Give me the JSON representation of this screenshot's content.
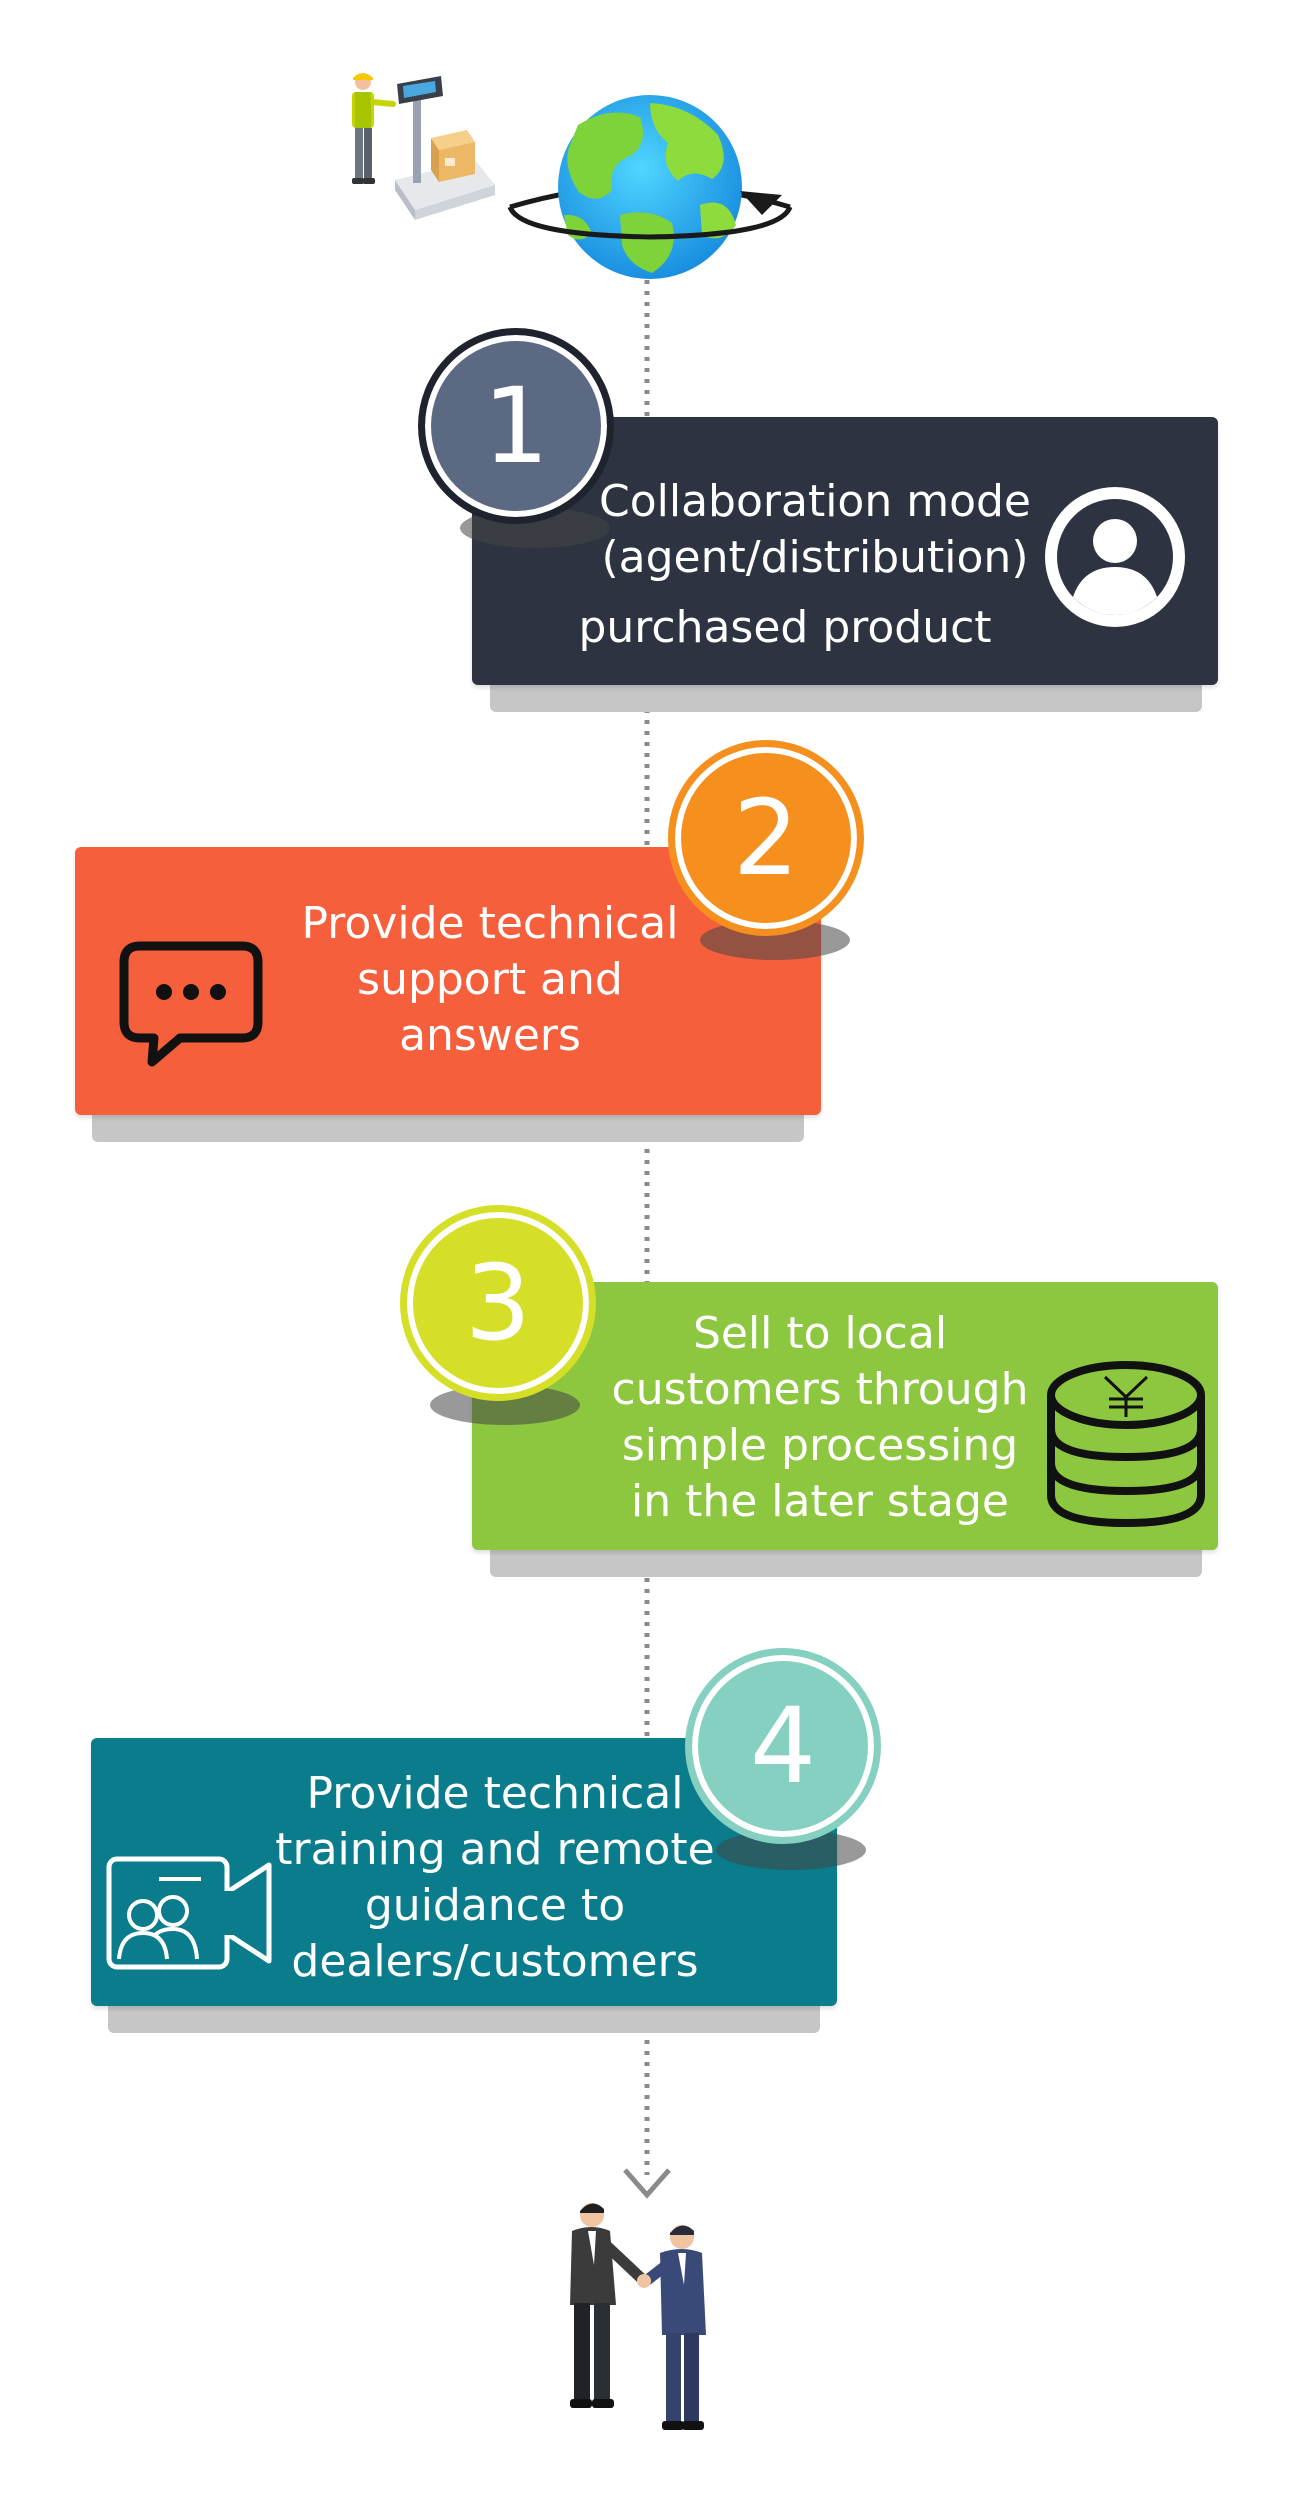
{
  "colors": {
    "step1_box": "#2d3340",
    "step1_badge": "#5b6982",
    "step1_ring": "#1e232d",
    "step2_box": "#f65f3c",
    "step2_badge": "#f5901f",
    "step3_box": "#8dc63f",
    "step3_badge": "#d5df28",
    "step4_box": "#0a7c8c",
    "step4_badge": "#85d0c0",
    "connector": "#8a8a8a"
  },
  "steps": [
    {
      "number": "1",
      "lines": [
        "Collaboration mode",
        "(agent/distribution)",
        "purchased product"
      ],
      "icon": "user-circle-icon"
    },
    {
      "number": "2",
      "lines": [
        "Provide technical",
        "support and",
        "answers"
      ],
      "icon": "chat-bubble-icon"
    },
    {
      "number": "3",
      "lines": [
        "Sell to local",
        "customers through",
        "simple processing",
        "in the later stage"
      ],
      "icon": "coin-stack-icon"
    },
    {
      "number": "4",
      "lines": [
        "Provide technical",
        "training and remote",
        "guidance to",
        "dealers/customers"
      ],
      "icon": "video-meeting-icon"
    }
  ],
  "illustrations": {
    "top": [
      "warehouse-scale-icon",
      "globe-icon"
    ],
    "bottom": "handshake-icon"
  }
}
